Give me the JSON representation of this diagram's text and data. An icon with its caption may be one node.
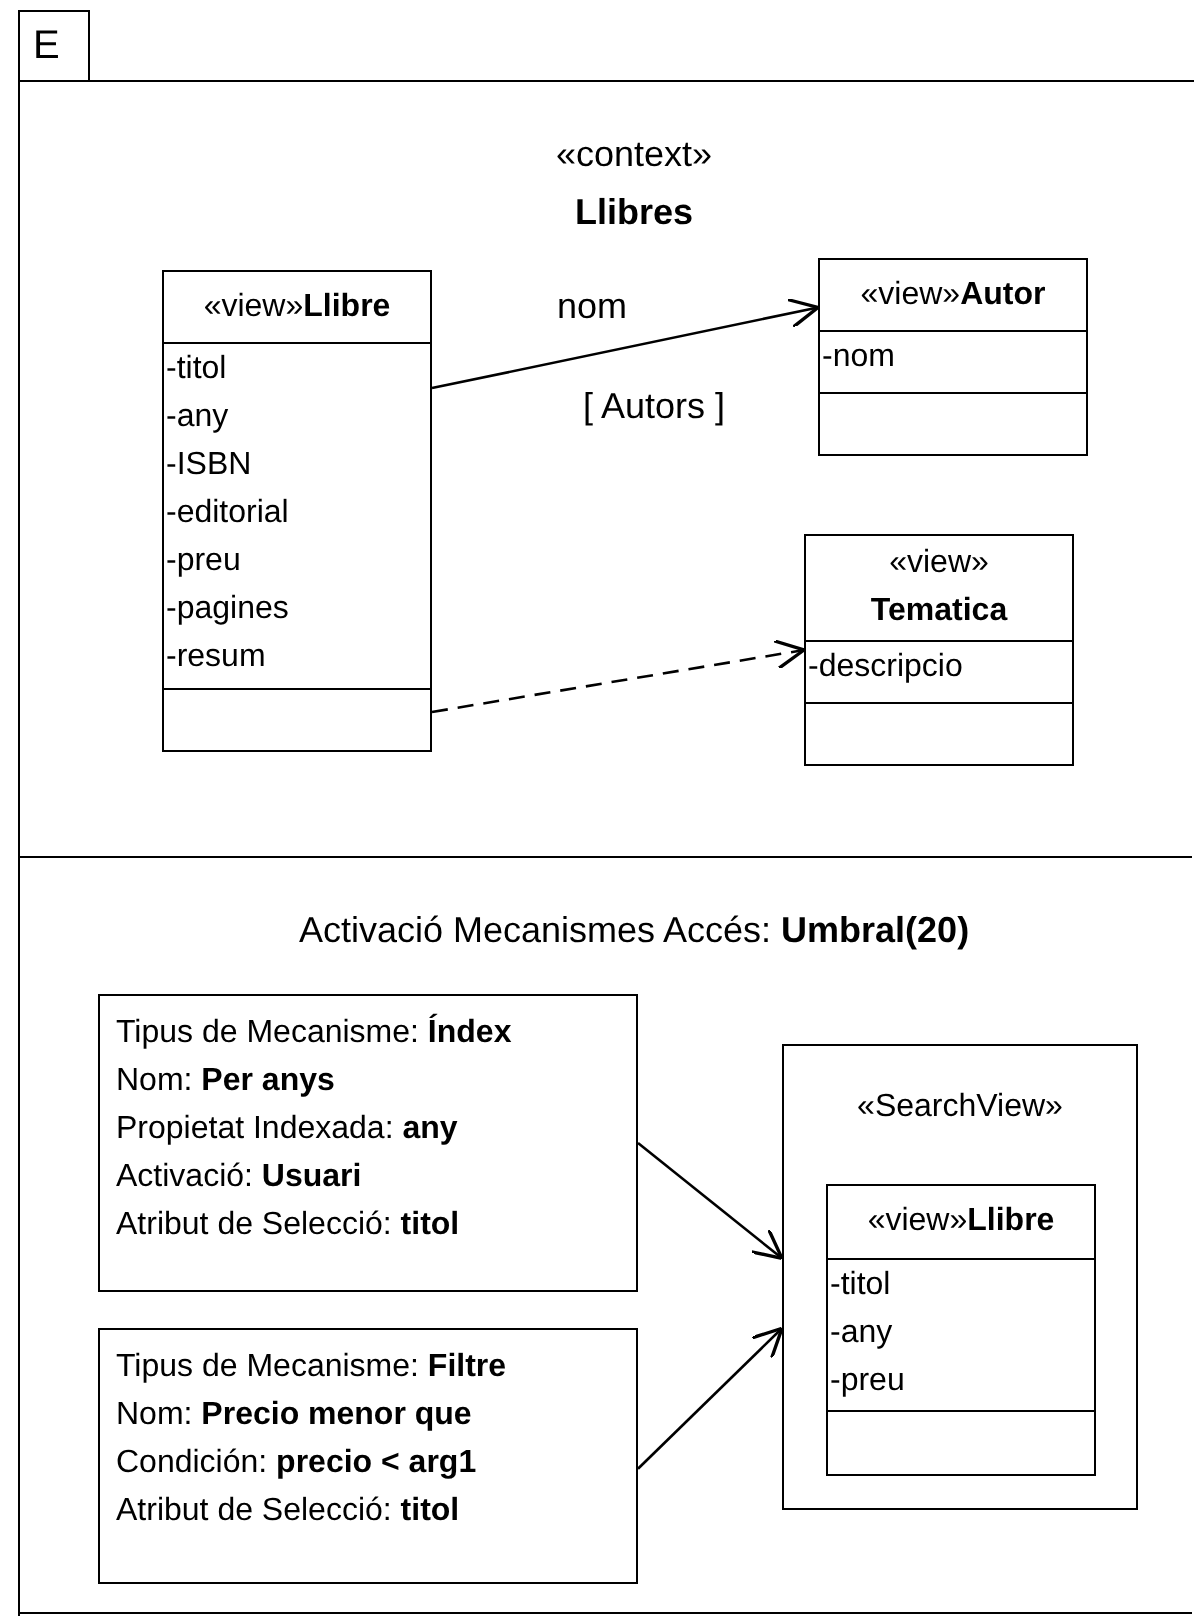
{
  "diagram": {
    "nodes": [
      {
        "text": [
          "E"
        ]
      },
      {
        "text": [
          "«context»",
          "Llibres"
        ],
        "in": 0
      },
      {
        "text": [
          "«view»**Llibre**",
          "-titol",
          "-any",
          "-ISBN",
          "-editorial",
          "-preu",
          "-pagines",
          "-resum"
        ],
        "in": 1
      },
      {
        "text": [
          "«view»**Autor**",
          "-nom"
        ],
        "in": 1
      },
      {
        "text": [
          "«view» **Tematica**",
          "-descripcio"
        ],
        "in": 1
      },
      {
        "text": [
          "Activació Mecanismes Accés: **Umbral(20)**"
        ],
        "in": 0
      },
      {
        "text": [
          "Tipus de Mecanisme: **Índex**",
          "Nom: **Per anys**",
          "Propietat Indexada: **any**",
          "Activació: **Usuari**",
          "Atribut de Selecció: **titol**"
        ],
        "in": 5
      },
      {
        "text": [
          "Tipus de Mecanisme: **Filtre**",
          "Nom: **Precio menor que**",
          "Condición: **precio < arg1**",
          "Atribut de Selecció: **titol**"
        ],
        "in": 5
      },
      {
        "text": [
          "«SearchView»"
        ],
        "in": 5
      },
      {
        "text": [
          "«view»**Llibre**",
          "-titol",
          "-any",
          "-preu"
        ],
        "in": 8
      }
    ],
    "edges": [
      {
        "from": 2,
        "to": 3,
        "arrow": "to",
        "label": "nom"
      },
      {
        "from": 2,
        "to": 4,
        "arrow": "to",
        "style": "dashed"
      },
      {
        "from": 6,
        "to": 8,
        "arrow": "to"
      },
      {
        "from": 7,
        "to": 8,
        "arrow": "to"
      }
    ],
    "labels": [
      "[ Autors ]"
    ]
  }
}
